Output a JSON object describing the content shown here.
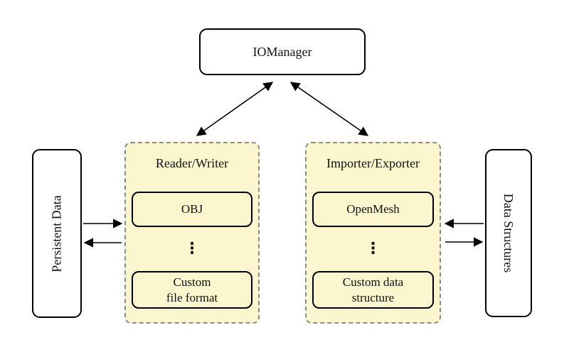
{
  "colors": {
    "background": "#ffffff",
    "group_fill": "#fbf6ce",
    "group_border": "#8a8a8a",
    "box_border": "#000000",
    "arrow": "#000000",
    "text": "#111111"
  },
  "io_manager": {
    "label": "IOManager"
  },
  "persistent_data": {
    "label": "Persistent Data"
  },
  "data_structures": {
    "label": "Data Structures"
  },
  "reader_writer": {
    "title": "Reader/Writer",
    "box1": "OBJ",
    "vdots": "⋮",
    "box2": "Custom\nfile format"
  },
  "importer_exporter": {
    "title": "Importer/Exporter",
    "box1": "OpenMesh",
    "vdots": "⋮",
    "box2": "Custom data\nstructure"
  }
}
